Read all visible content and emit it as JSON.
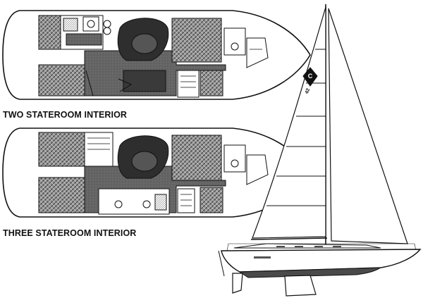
{
  "captions": {
    "two": "TWO STATEROOM INTERIOR",
    "three": "THREE STATEROOM INTERIOR"
  },
  "sail": {
    "insignia_letter": "C",
    "sail_number": "42"
  },
  "colors": {
    "hull_outline": "#111111",
    "cabin_pattern": "#8a8a8a",
    "cabin_dark": "#3a3a3a",
    "floor": "#5a5a5a",
    "salon": "#2e2e2e",
    "hull_red": "#4a4a4a"
  }
}
